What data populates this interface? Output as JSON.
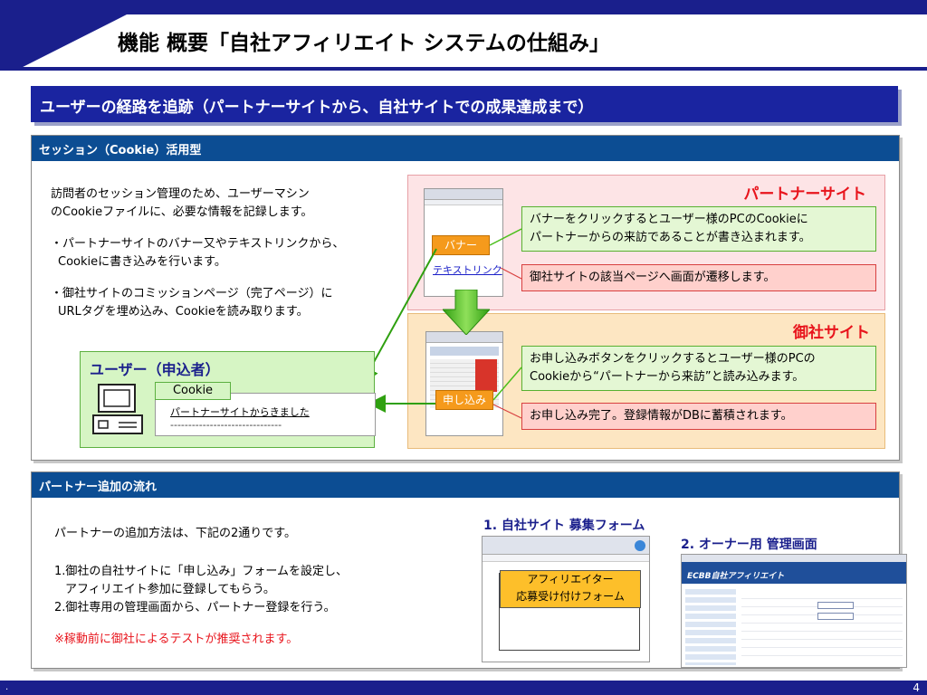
{
  "slide": {
    "title": "機能 概要「自社アフィリエイト システムの仕組み」",
    "banner": "ユーザーの経路を追跡（パートナーサイトから、自社サイトでの成果達成まで）",
    "page_number": "4",
    "footer_mark": "."
  },
  "session": {
    "heading": "セッション（Cookie）活用型",
    "intro_lines": [
      "訪問者のセッション管理のため、ユーザーマシン",
      "のCookieファイルに、必要な情報を記録します。"
    ],
    "bullet1_lines": [
      "・パートナーサイトのバナー又やテキストリンクから、",
      "Cookieに書き込みを行います。"
    ],
    "bullet2_lines": [
      "・御社サイトのコミッションページ（完了ページ）に",
      "URLタグを埋め込み、Cookieを読み取ります。"
    ],
    "user_title": "ユーザー（申込者）",
    "cookie_label": "Cookie",
    "cookie_text": "パートナーサイトからきました",
    "cookie_dashes": "-------------------------------",
    "partner_label": "パートナーサイト",
    "own_label": "御社サイト",
    "banner_tag": "バナー",
    "text_link": "テキストリンク",
    "apply_tag": "申し込み",
    "note_partner_green": [
      "バナーをクリックするとユーザー様のPCのCookieに",
      "パートナーからの来訪であることが書き込まれます。"
    ],
    "note_partner_red": "御社サイトの該当ページへ画面が遷移します。",
    "note_own_green": [
      "お申し込みボタンをクリックするとユーザー様のPCの",
      "Cookieから“パートナーから来訪”と読み込みます。"
    ],
    "note_own_red": "お申し込み完了。登録情報がDBに蓄積されます。"
  },
  "partner_add": {
    "heading": "パートナー追加の流れ",
    "intro": "パートナーの追加方法は、下記の2通りです。",
    "item1_lines": [
      "1.御社の自社サイトに「申し込み」フォームを設定し、",
      "アフィリエイト参加に登録してもらう。"
    ],
    "item2": "2.御社専用の管理画面から、パートナー登録を行う。",
    "warning": "※稼動前に御社によるテストが推奨されます。",
    "form_title": "1. 自社サイト 募集フォーム",
    "form_box_lines": [
      "アフィリエイター",
      "応募受け付けフォーム"
    ],
    "admin_title": "2. オーナー用 管理画面",
    "admin_logo": "ECBB自社アフィリエイト"
  },
  "colors": {
    "navy": "#1a1f8c",
    "panel_header": "#0c4d93",
    "accent_red": "#e8141c",
    "orange": "#f59a1c",
    "green": "#4cbf1c"
  }
}
